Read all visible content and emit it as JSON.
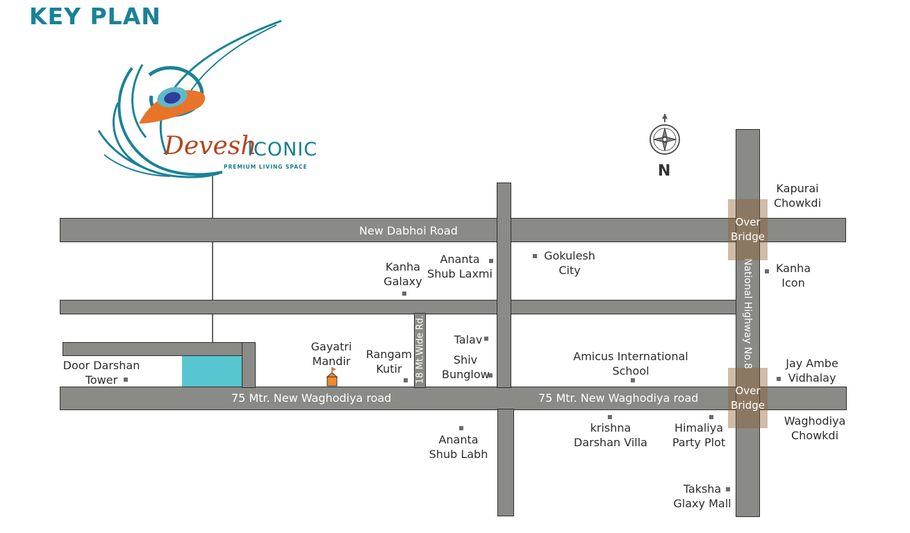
{
  "title": "KEY PLAN",
  "brand": {
    "script": "Devesh",
    "name": "ICONIC",
    "tagline": "PREMIUM LIVING SPACE"
  },
  "compass": {
    "letter": "N"
  },
  "roads": {
    "dabhoi": "New Dabhoi Road",
    "waghodiya_west": "75 Mtr. New Waghodiya road",
    "waghodiya_east": "75 Mtr. New Waghodiya road",
    "wide_road": "18 Mt.Wide Rd.",
    "highway": "National Highway No.8"
  },
  "bridges": {
    "north": {
      "line1": "Over",
      "line2": "Bridge"
    },
    "south": {
      "line1": "Over",
      "line2": "Bridge"
    }
  },
  "places": {
    "kapurai": {
      "line1": "Kapurai",
      "line2": "Chowkdi"
    },
    "kanha_icon": {
      "line1": "Kanha",
      "line2": "Icon"
    },
    "gokulesh": {
      "line1": "Gokulesh",
      "line2": "City"
    },
    "ananta_laxmi": {
      "line1": "Ananta",
      "line2": "Shub Laxmi"
    },
    "kanha_galaxy": {
      "line1": "Kanha",
      "line2": "Galaxy"
    },
    "door_darshan": {
      "line1": "Door Darshan",
      "line2": "Tower"
    },
    "gayatri": {
      "line1": "Gayatri",
      "line2": "Mandir"
    },
    "rangam": {
      "line1": "Rangam",
      "line2": "Kutir"
    },
    "talav": {
      "line1": "Talav"
    },
    "shiv": {
      "line1": "Shiv",
      "line2": "Bunglow"
    },
    "amicus": {
      "line1": "Amicus International",
      "line2": "School"
    },
    "jay_ambe": {
      "line1": "Jay Ambe",
      "line2": "Vidhalay"
    },
    "waghodiya_chowkdi": {
      "line1": "Waghodiya",
      "line2": "Chowkdi"
    },
    "krishna": {
      "line1": "krishna",
      "line2": "Darshan Villa"
    },
    "himaliya": {
      "line1": "Himaliya",
      "line2": "Party Plot"
    },
    "ananta_labh": {
      "line1": "Ananta",
      "line2": "Shub Labh"
    },
    "taksha": {
      "line1": "Taksha",
      "line2": "Glaxy Mall"
    }
  },
  "colors": {
    "road": "#8a8a86",
    "title": "#1a8296",
    "site": "#58c6d1",
    "bridge": "#8c5f32",
    "temple": "#f08a2c"
  }
}
